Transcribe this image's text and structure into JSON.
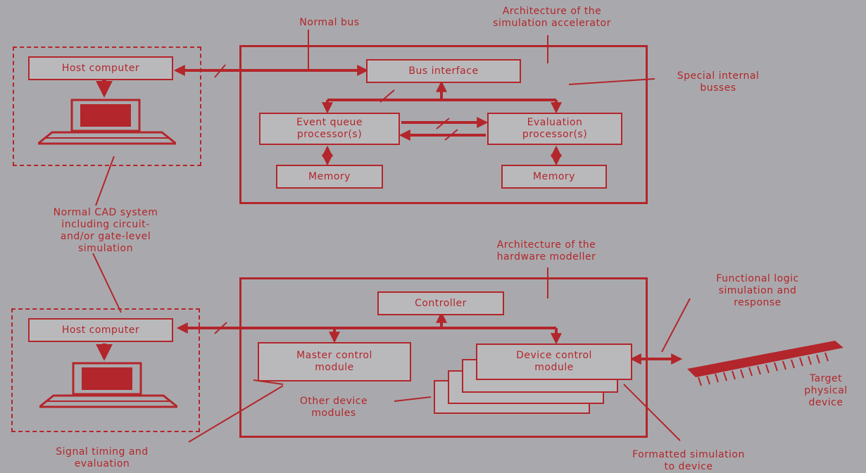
{
  "accelerator": {
    "title": "Architecture of the\nsimulation accelerator",
    "normal_bus": "Normal bus",
    "special_busses": "Special internal\nbusses",
    "host_computer": "Host computer",
    "bus_interface": "Bus interface",
    "event_queue": "Event queue\nprocessor(s)",
    "evaluation": "Evaluation\nprocessor(s)",
    "memory_left": "Memory",
    "memory_right": "Memory"
  },
  "cad_label": "Normal CAD system\nincluding circuit-\nand/or gate-level\nsimulation",
  "modeller": {
    "title": "Architecture of the\nhardware modeller",
    "host_computer": "Host computer",
    "controller": "Controller",
    "master_control": "Master control\nmodule",
    "device_control": "Device control\nmodule",
    "other_modules": "Other device\nmodules",
    "functional_logic": "Functional logic\nsimulation and\nresponse",
    "target_device": "Target\nphysical\ndevice",
    "signal_timing": "Signal timing and\nevaluation",
    "formatted_sim": "Formatted simulation\nto device"
  },
  "colors": {
    "line": "#b3262b",
    "background": "#a9a9ad"
  },
  "icons": [
    "computer-icon",
    "chip-icon"
  ]
}
